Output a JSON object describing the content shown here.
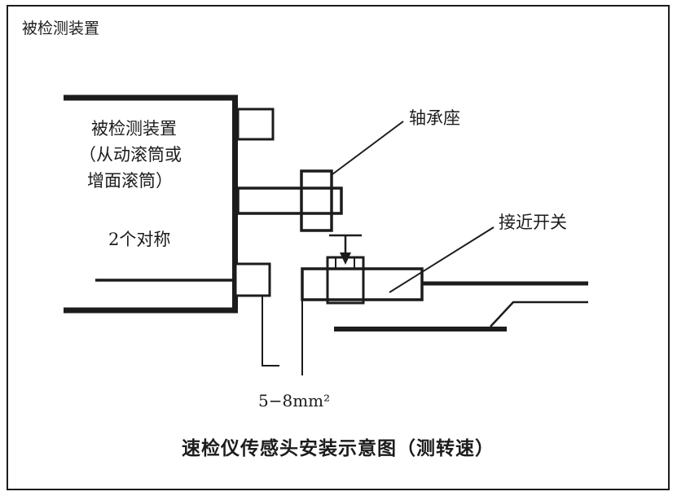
{
  "colors": {
    "ink": "#1c1c1c",
    "background": "#ffffff"
  },
  "frame_label": "被检测装置",
  "device": {
    "name_line1": "被检测装置",
    "name_line2": "（从动滚筒或",
    "name_line3": "增面滚筒）",
    "symmetry_note": "2个对称"
  },
  "labels": {
    "bearing_seat": "轴承座",
    "proximity_switch": "接近开关"
  },
  "wire_gauge": "5−8mm²",
  "title": "速检仪传感头安装示意图（测转速）"
}
